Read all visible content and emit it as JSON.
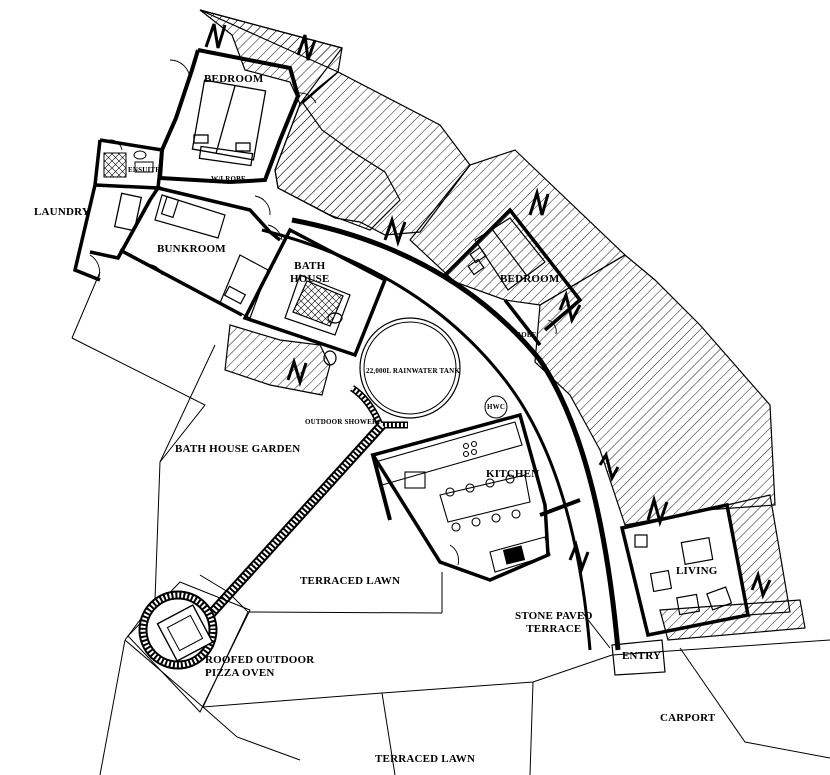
{
  "labels": {
    "bedroom_north": "BEDROOM",
    "ensuite": "ENSUITE",
    "wi_robe": "W/I ROBE",
    "laundry": "LAUNDRY",
    "bunkroom": "BUNKROOM",
    "bath_house_1": "BATH",
    "bath_house_2": "HOUSE",
    "bedroom_east": "BEDROOM",
    "robe": "ROBE",
    "rainwater_tank": "22,000L RAINWATER TANK",
    "hwc": "HWC",
    "outdoor_shower": "OUTDOOR SHOWER",
    "bath_house_garden": "BATH HOUSE GARDEN",
    "kitchen": "KITCHEN",
    "living": "LIVING",
    "terraced_lawn_mid": "TERRACED LAWN",
    "stone_paved_1": "STONE PAVED",
    "stone_paved_2": "TERRACE",
    "entry": "ENTRY",
    "pizza_oven_1": "ROOFED OUTDOOR",
    "pizza_oven_2": "PIZZA OVEN",
    "carport": "CARPORT",
    "terraced_lawn_bottom": "TERRACED LAWN"
  }
}
